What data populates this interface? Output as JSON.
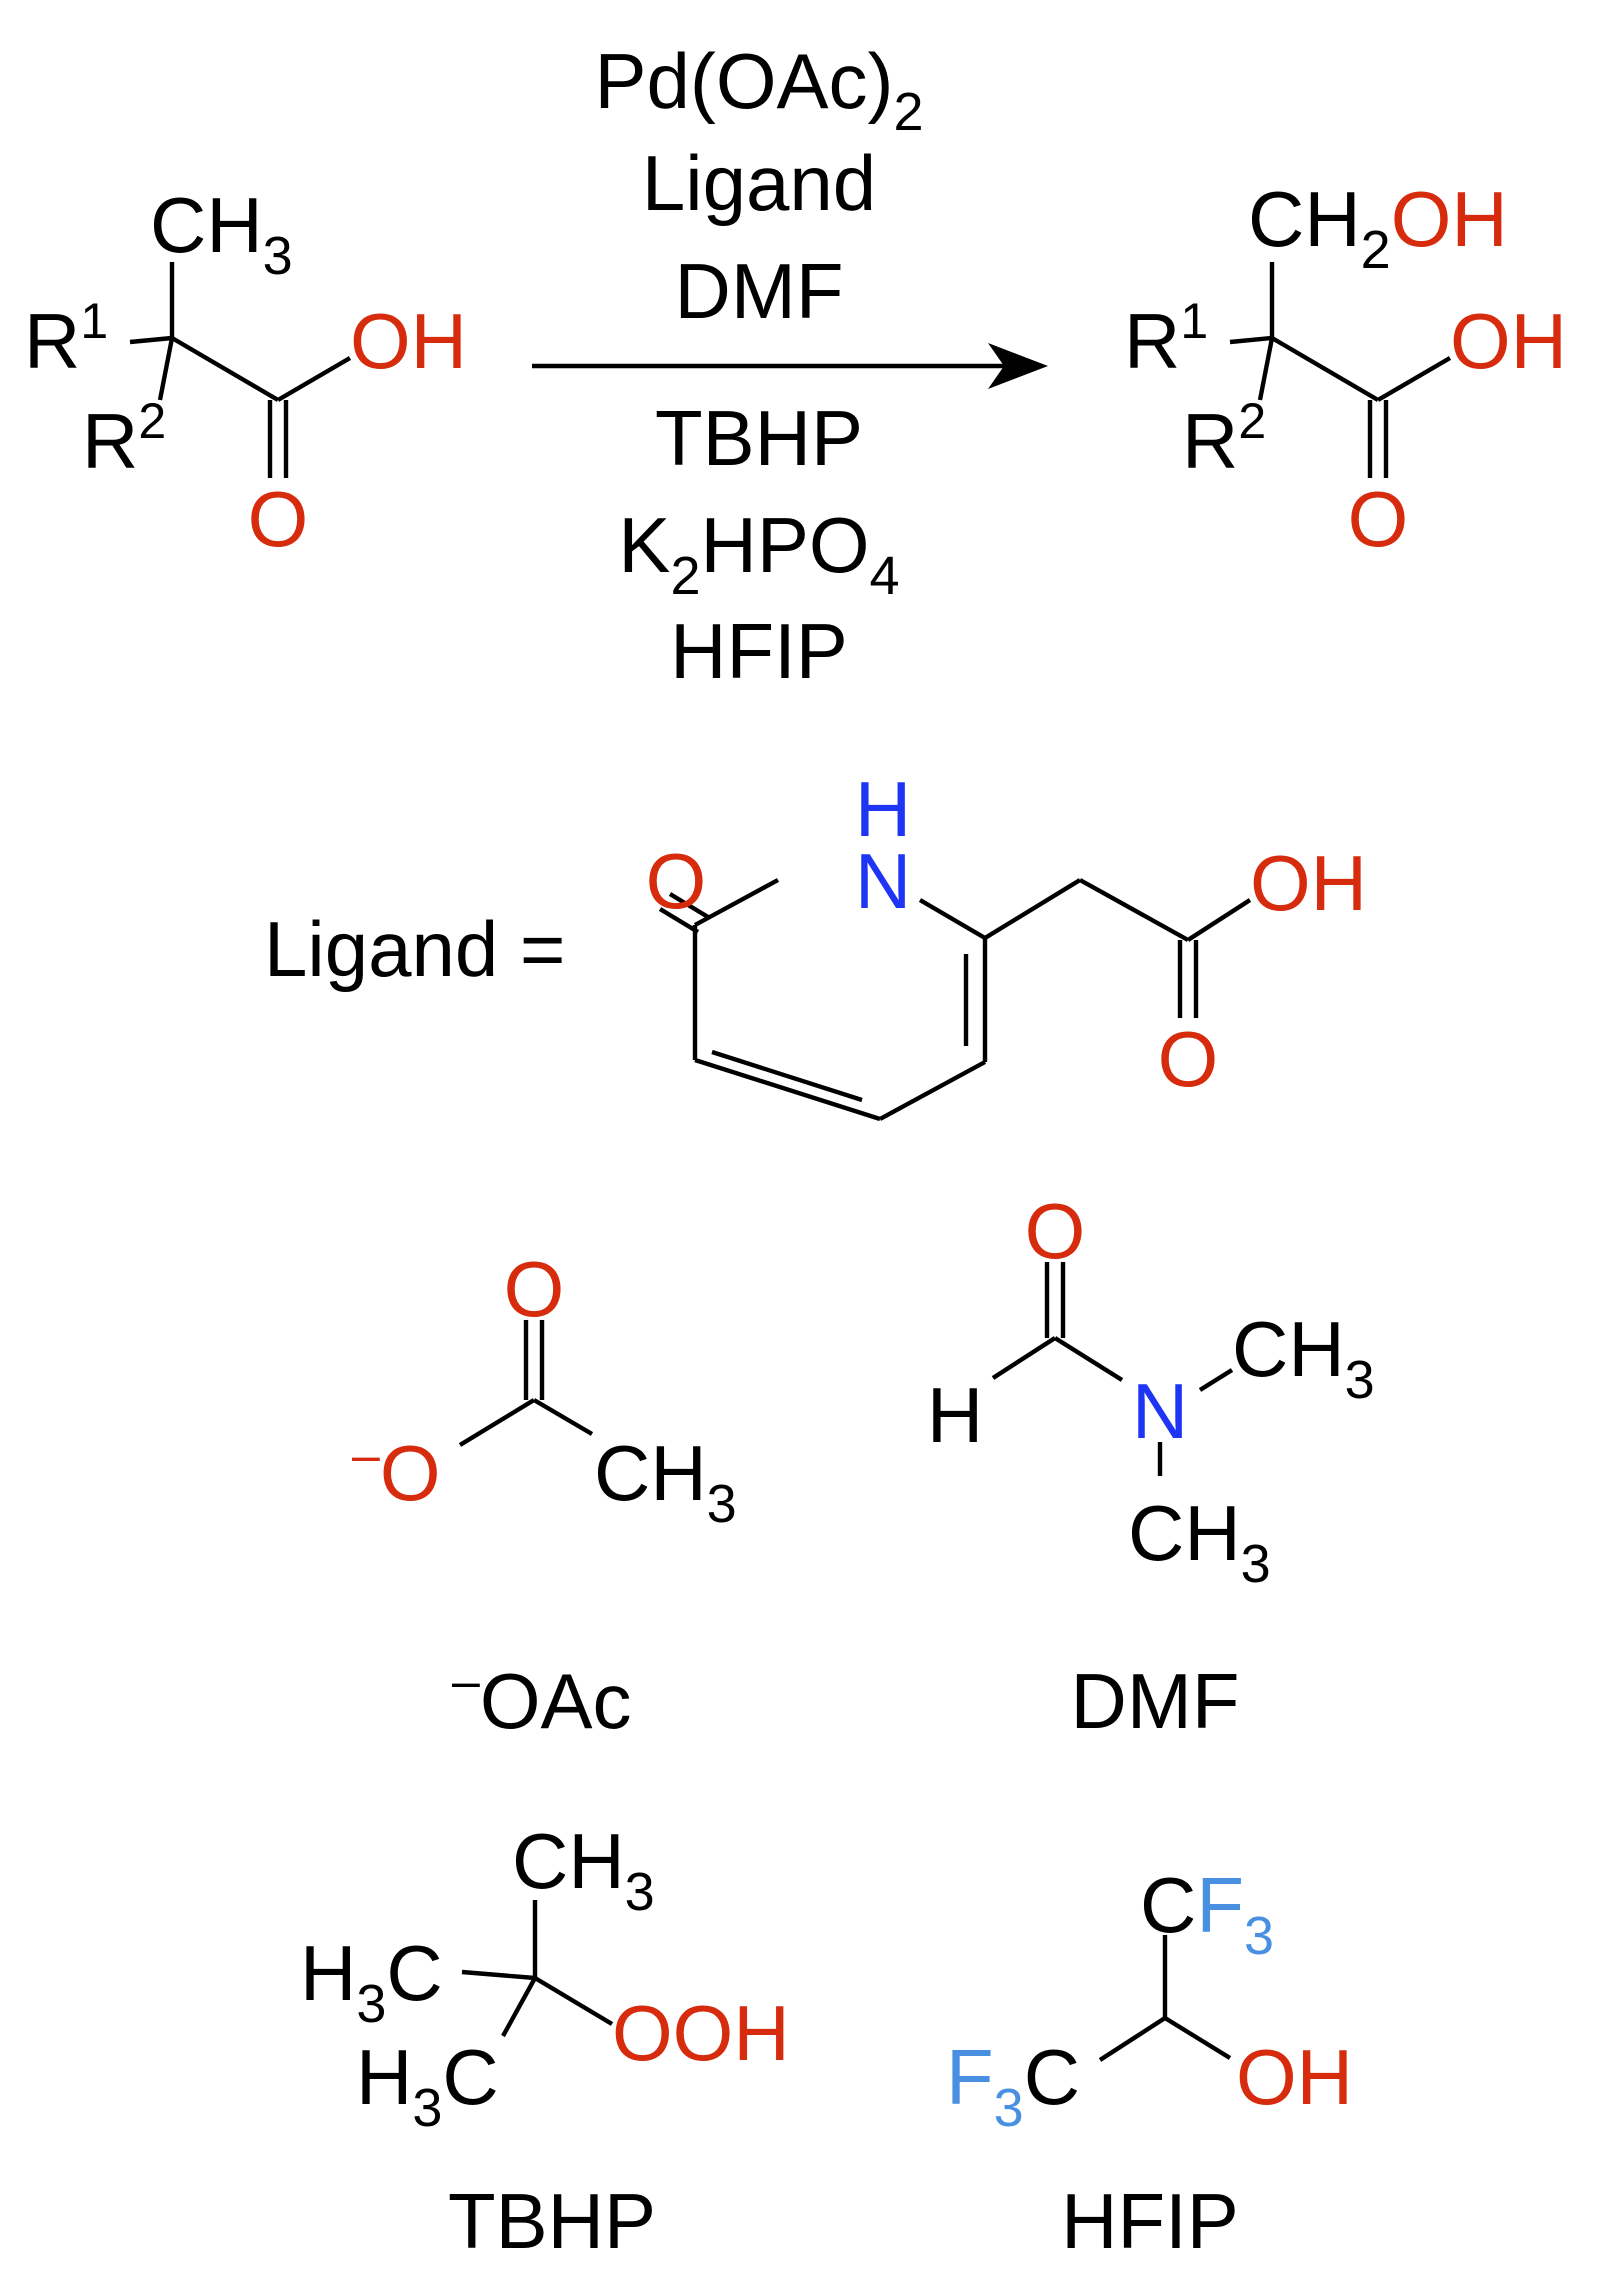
{
  "colors": {
    "oxygen": "#d62b0c",
    "nitrogen": "#1f35f5",
    "fluorine": "#4a90e2",
    "carbon": "#000000"
  },
  "reaction": {
    "reagents_above": [
      {
        "main": "Pd(OAc)",
        "sub": "2"
      },
      {
        "main": "Ligand"
      },
      {
        "main": "DMF"
      }
    ],
    "reagents_below": [
      {
        "main": "TBHP"
      },
      {
        "main": "K",
        "sub1": "2",
        "mid": "HPO",
        "sub2": "4"
      },
      {
        "main": "HFIP"
      }
    ],
    "reactant": {
      "ch3": "CH",
      "ch3_sub": "3",
      "r1": "R",
      "r1_sup": "1",
      "r2": "R",
      "r2_sup": "2",
      "oh": "OH",
      "o": "O"
    },
    "product": {
      "ch2": "CH",
      "ch2_sub": "2",
      "ch2_oh": "OH",
      "r1": "R",
      "r1_sup": "1",
      "r2": "R",
      "r2_sup": "2",
      "oh": "OH",
      "o": "O"
    }
  },
  "ligand": {
    "label": "Ligand =",
    "h": "H",
    "n": "N",
    "o_ring": "O",
    "oh": "OH",
    "o_acid": "O"
  },
  "acetate": {
    "minus": "–",
    "o_minus": "O",
    "o": "O",
    "ch3": "CH",
    "ch3_sub": "3",
    "caption_minus": "–",
    "caption": "OAc"
  },
  "dmf": {
    "o": "O",
    "h": "H",
    "n": "N",
    "ch3_top": "CH",
    "ch3_top_sub": "3",
    "ch3_bot": "CH",
    "ch3_bot_sub": "3",
    "caption": "DMF"
  },
  "tbhp": {
    "ch3": "CH",
    "ch3_sub": "3",
    "h3c_top_h": "H",
    "h3c_top_sub": "3",
    "h3c_top_c": "C",
    "h3c_bot_h": "H",
    "h3c_bot_sub": "3",
    "h3c_bot_c": "C",
    "ooh": "OOH",
    "caption": "TBHP"
  },
  "hfip": {
    "cf3_c": "C",
    "cf3_f": "F",
    "cf3_sub": "3",
    "f3c_f": "F",
    "f3c_sub": "3",
    "f3c_c": "C",
    "oh": "OH",
    "caption": "HFIP"
  }
}
